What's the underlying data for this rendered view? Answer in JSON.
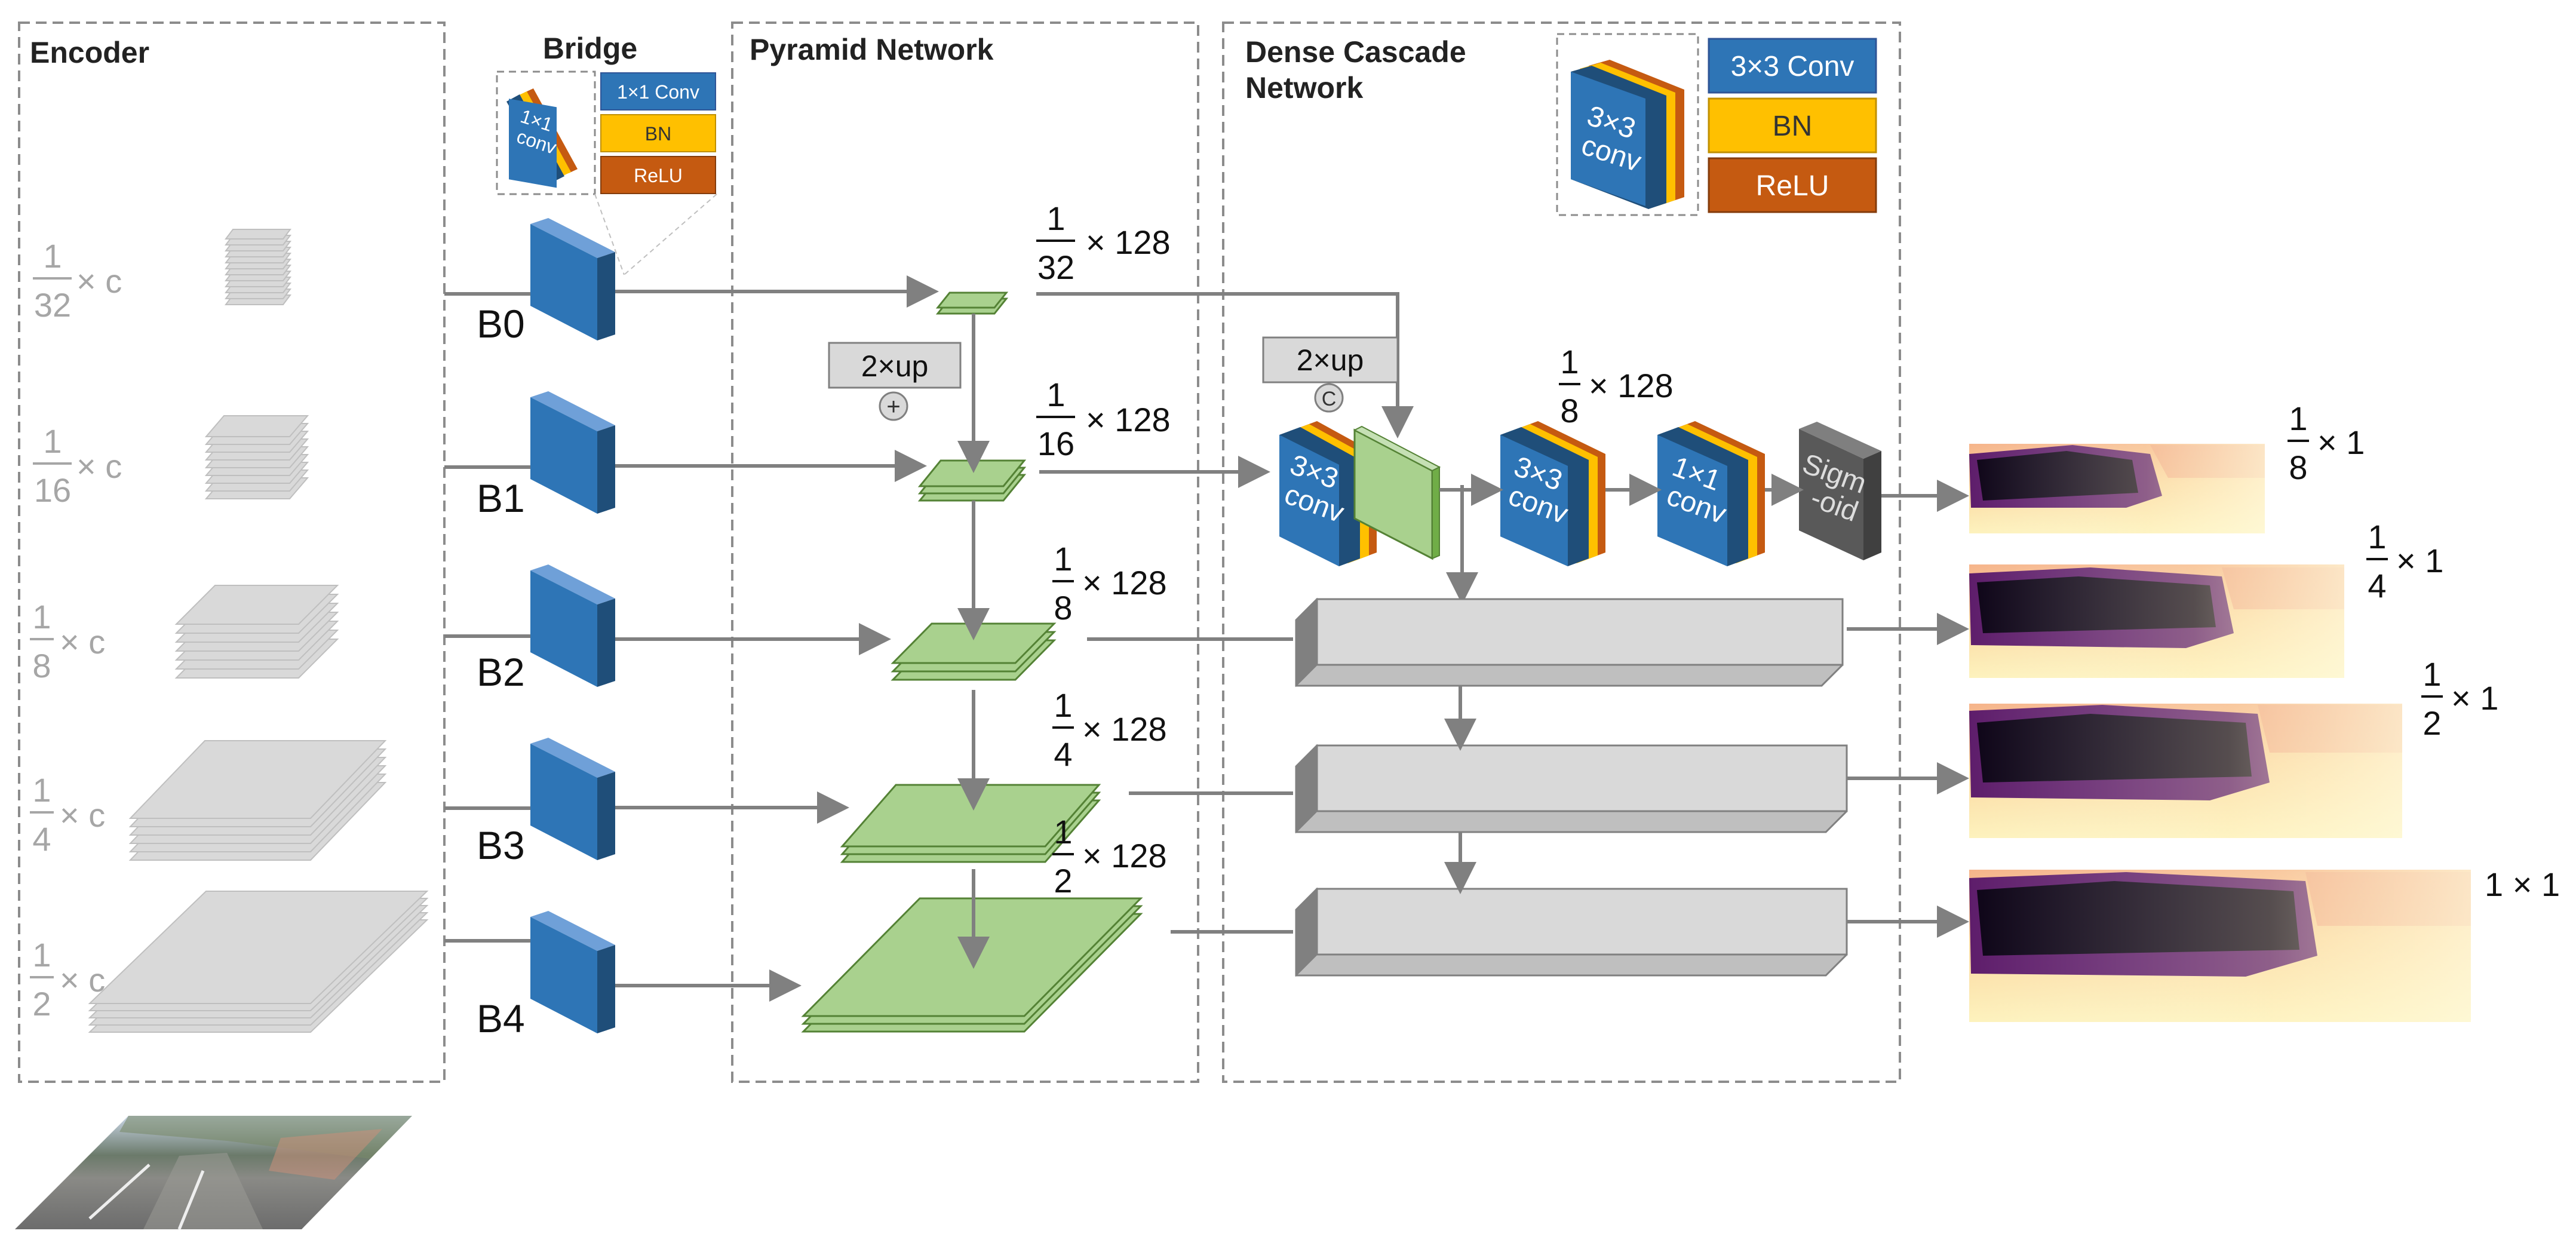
{
  "sections": {
    "encoder": "Encoder",
    "bridge": "Bridge",
    "pyramid": "Pyramid Network",
    "dense_line1": "Dense Cascade",
    "dense_line2": "Network"
  },
  "bridge_legend": {
    "block_label_1": "1×1",
    "block_label_2": "conv",
    "items": [
      "1×1 Conv",
      "BN",
      "ReLU"
    ]
  },
  "dense_legend": {
    "block_label_1": "3×3",
    "block_label_2": "conv",
    "items": [
      "3×3 Conv",
      "BN",
      "ReLU"
    ]
  },
  "encoder_scales": [
    {
      "num": "1",
      "den": "32",
      "suffix": "× c"
    },
    {
      "num": "1",
      "den": "16",
      "suffix": "× c"
    },
    {
      "num": "1",
      "den": "8",
      "suffix": "× c"
    },
    {
      "num": "1",
      "den": "4",
      "suffix": "× c"
    },
    {
      "num": "1",
      "den": "2",
      "suffix": "× c"
    }
  ],
  "bridge_labels": [
    "B0",
    "B1",
    "B2",
    "B3",
    "B4"
  ],
  "pyramid_scales": [
    {
      "num": "1",
      "den": "32",
      "suffix": "× 128"
    },
    {
      "num": "1",
      "den": "16",
      "suffix": "× 128"
    },
    {
      "num": "1",
      "den": "8",
      "suffix": "× 128"
    },
    {
      "num": "1",
      "den": "4",
      "suffix": "× 128"
    },
    {
      "num": "1",
      "den": "2",
      "suffix": "× 128"
    }
  ],
  "upsample": {
    "pyramid_label": "2×up",
    "pyramid_op": "+",
    "dense_label": "2×up",
    "dense_op": "C"
  },
  "dense_blocks": {
    "conv3_1": [
      "3×3",
      "conv"
    ],
    "conv3_2": [
      "3×3",
      "conv"
    ],
    "conv1": [
      "1×1",
      "conv"
    ],
    "sigmoid": [
      "Sigm",
      "-oid"
    ],
    "mid_scale": {
      "num": "1",
      "den": "8",
      "suffix": "× 128"
    }
  },
  "output_scales": [
    {
      "num": "1",
      "den": "8",
      "suffix": "× 1"
    },
    {
      "num": "1",
      "den": "4",
      "suffix": "× 1"
    },
    {
      "num": "1",
      "den": "2",
      "suffix": "× 1"
    },
    {
      "num": "",
      "den": "",
      "suffix": "1 × 1"
    }
  ],
  "colors": {
    "conv_blue": "#2e75b6",
    "bn_yellow": "#ffc000",
    "relu_orange": "#c55a11",
    "feature_green": "#a9d18e",
    "feature_grey": "#d9d9d9",
    "arrow_grey": "#808080",
    "sigmoid_dark": "#595959"
  }
}
